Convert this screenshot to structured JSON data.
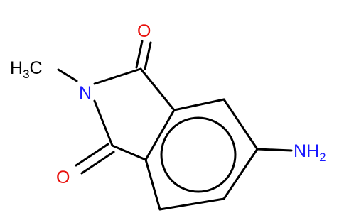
{
  "molecule": {
    "atoms": {
      "methyl": {
        "main": "H",
        "sub": "3",
        "tail": "C",
        "color": "#000000"
      },
      "nitrogen": {
        "text": "N",
        "color": "#1a1aff"
      },
      "oxygen_top": {
        "text": "O",
        "color": "#e8100c"
      },
      "oxygen_bottom": {
        "text": "O",
        "color": "#e8100c"
      },
      "amine": {
        "main": "NH",
        "sub": "2",
        "color": "#1a1aff"
      }
    },
    "bond_color": "#000000"
  }
}
